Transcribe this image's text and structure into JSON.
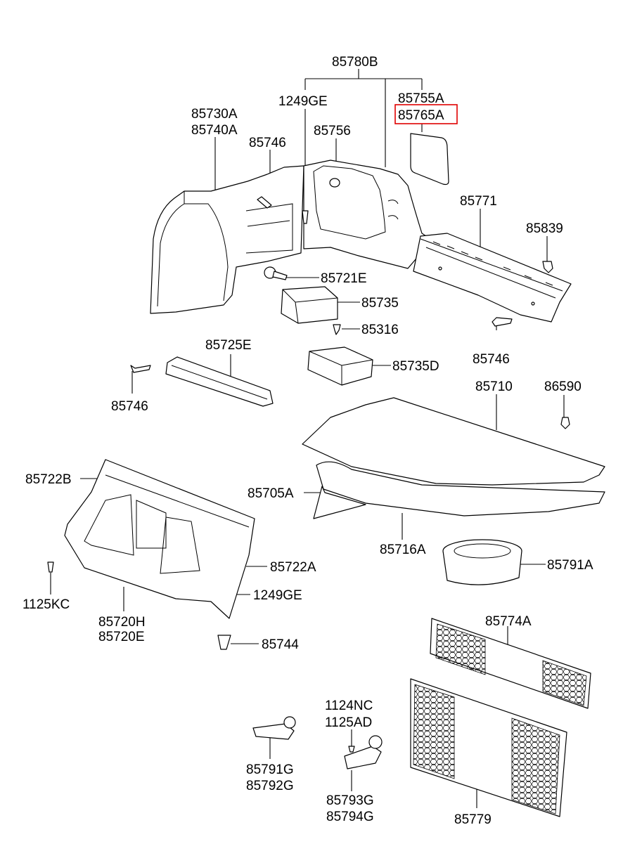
{
  "labels": {
    "p85780B": "85780B",
    "p1249GE_top": "1249GE",
    "p85755A": "85755A",
    "p85765A": "85765A",
    "p85730A": "85730A",
    "p85740A": "85740A",
    "p85746_a": "85746",
    "p85756": "85756",
    "p85771": "85771",
    "p85839": "85839",
    "p85721E": "85721E",
    "p85735": "85735",
    "p85316": "85316",
    "p85725E": "85725E",
    "p85735D": "85735D",
    "p85746_b": "85746",
    "p85746_c": "85746",
    "p85710": "85710",
    "p86590": "86590",
    "p85722B": "85722B",
    "p85705A": "85705A",
    "p85716A": "85716A",
    "p85791A": "85791A",
    "p85722A": "85722A",
    "p1125KC": "1125KC",
    "p1249GE_bot": "1249GE",
    "p85720H": "85720H",
    "p85720E": "85720E",
    "p85744": "85744",
    "p85774A": "85774A",
    "p1124NC": "1124NC",
    "p1125AD": "1125AD",
    "p85791G": "85791G",
    "p85792G": "85792G",
    "p85793G": "85793G",
    "p85794G": "85794G",
    "p85779": "85779"
  },
  "highlight_color": "#e00000",
  "highlighted_part": "85765A"
}
